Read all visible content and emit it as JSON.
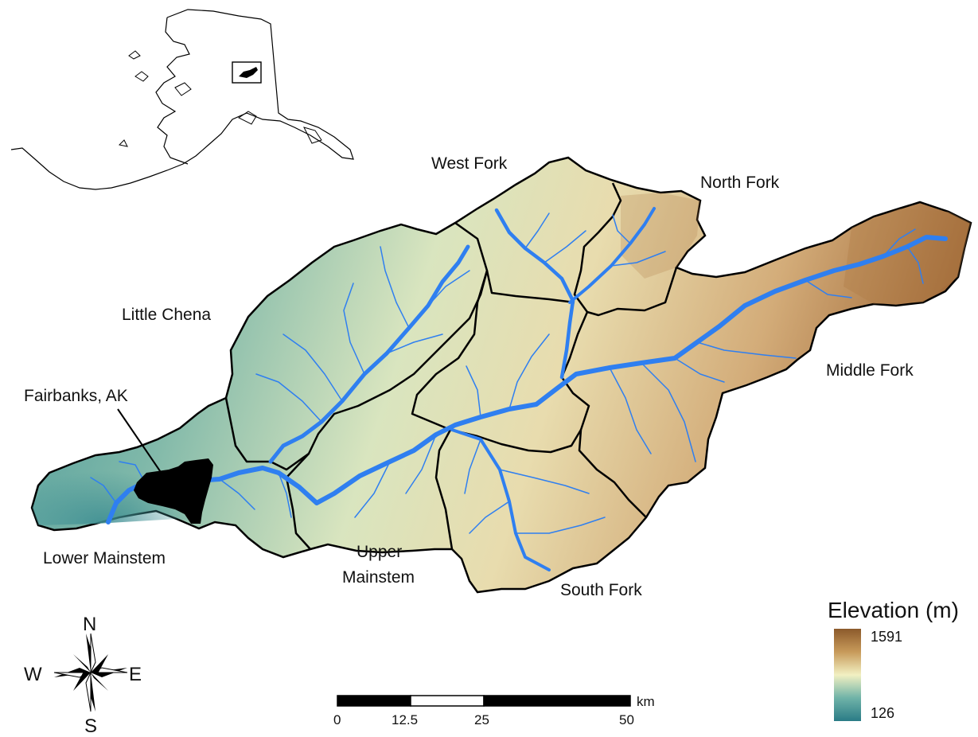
{
  "regions": {
    "west_fork": "West Fork",
    "north_fork": "North Fork",
    "little_chena": "Little Chena",
    "middle_fork": "Middle Fork",
    "fairbanks": "Fairbanks, AK",
    "lower_mainstem": "Lower Mainstem",
    "upper_mainstem_1": "Upper",
    "upper_mainstem_2": "Mainstem",
    "south_fork": "South Fork"
  },
  "compass": {
    "n": "N",
    "s": "S",
    "e": "E",
    "w": "W"
  },
  "scale_bar": {
    "unit": "km",
    "ticks": [
      "0",
      "12.5",
      "25",
      "50"
    ]
  },
  "legend": {
    "title": "Elevation (m)",
    "max": "1591",
    "min": "126",
    "colors": [
      "#8c5a2b",
      "#c79a5a",
      "#f2f0c2",
      "#6fb3a8",
      "#2a7b86"
    ]
  },
  "colors": {
    "river": "#2f7ff0",
    "city": "#000000",
    "boundary": "#000000"
  }
}
